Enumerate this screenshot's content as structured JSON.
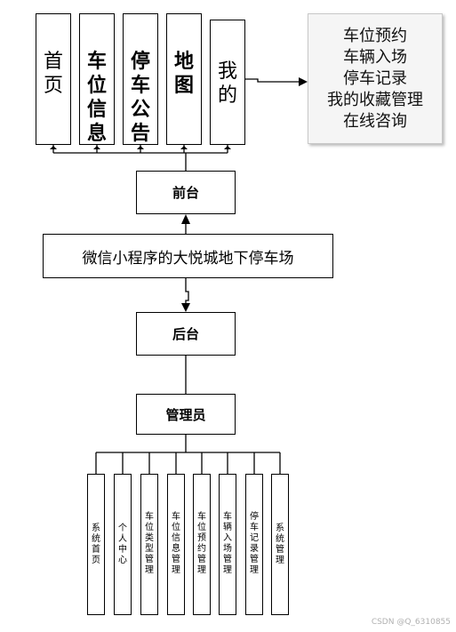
{
  "frontend": {
    "modules": [
      {
        "chars": [
          "首",
          "页"
        ],
        "bold": false
      },
      {
        "chars": [
          "车",
          "位",
          "信",
          "息"
        ],
        "bold": true
      },
      {
        "chars": [
          "停",
          "车",
          "公",
          "告"
        ],
        "bold": true
      },
      {
        "chars": [
          "地",
          "图"
        ],
        "bold": true
      },
      {
        "chars": [
          "我",
          "的"
        ],
        "bold": false
      }
    ],
    "label": "前台"
  },
  "mine_details": [
    "车位预约",
    "车辆入场",
    "停车记录",
    "我的收藏管理",
    "在线咨询"
  ],
  "system_name": "微信小程序的大悦城地下停车场",
  "backend": {
    "label": "后台"
  },
  "admin": {
    "label": "管理员",
    "functions": [
      {
        "chars": [
          "系",
          "统",
          "首",
          "页"
        ]
      },
      {
        "chars": [
          "个",
          "人",
          "中",
          "心"
        ]
      },
      {
        "chars": [
          "车",
          "位",
          "类",
          "型",
          "管",
          "理"
        ]
      },
      {
        "chars": [
          "车",
          "位",
          "信",
          "息",
          "管",
          "理"
        ]
      },
      {
        "chars": [
          "车",
          "位",
          "预",
          "约",
          "管",
          "理"
        ]
      },
      {
        "chars": [
          "车",
          "辆",
          "入",
          "场",
          "管",
          "理"
        ]
      },
      {
        "chars": [
          "停",
          "车",
          "记",
          "录",
          "管",
          "理"
        ]
      },
      {
        "chars": [
          "系",
          "统",
          "管",
          "理"
        ]
      }
    ]
  },
  "watermark": "CSDN @Q_6310855"
}
